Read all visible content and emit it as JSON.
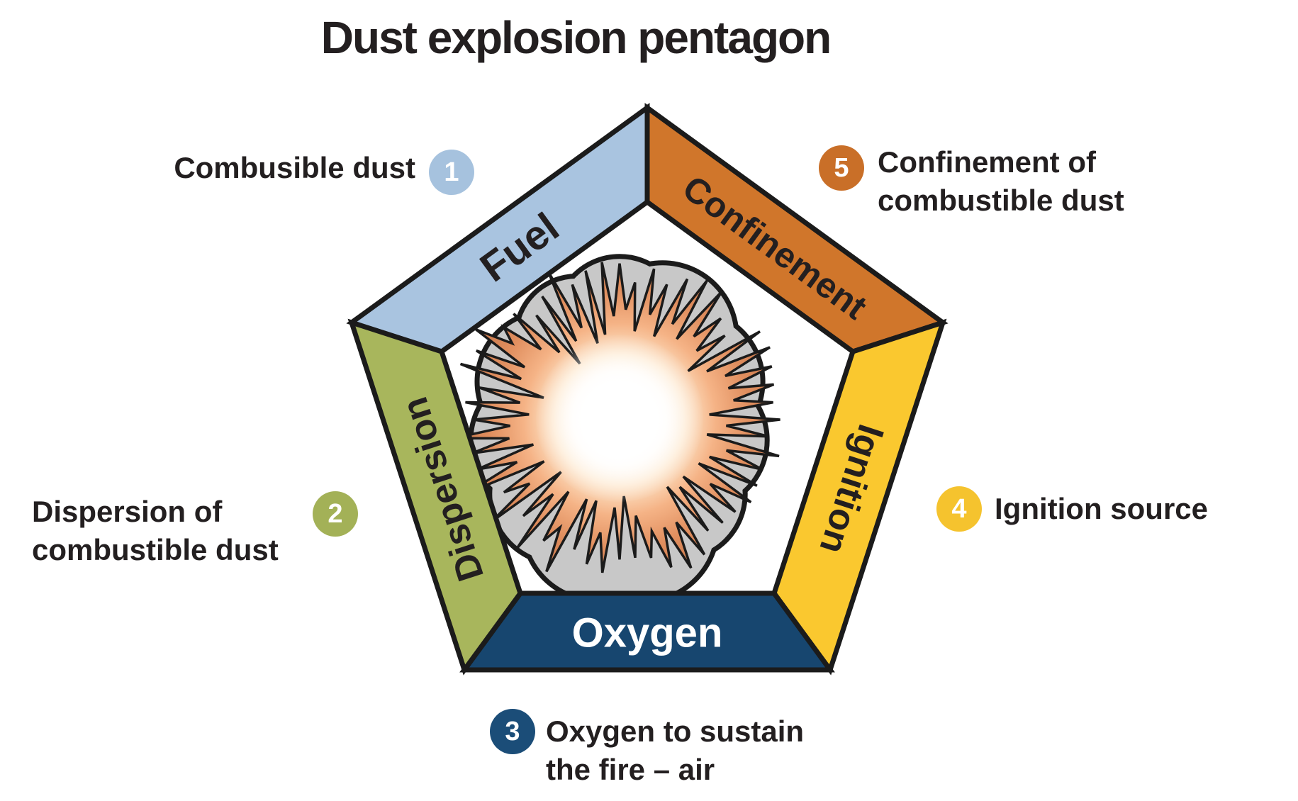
{
  "title": "Dust explosion pentagon",
  "background": "#ffffff",
  "text_color": "#231f20",
  "outline_color": "#1b1b1b",
  "pentagon": {
    "sides": [
      {
        "id": "fuel",
        "label": "Fuel",
        "color": "#a9c4e0",
        "text_color": "#231f20"
      },
      {
        "id": "confinement",
        "label": "Confinement",
        "color": "#d0762b",
        "text_color": "#231f20"
      },
      {
        "id": "ignition",
        "label": "Ignition",
        "color": "#fac82f",
        "text_color": "#231f20"
      },
      {
        "id": "oxygen",
        "label": "Oxygen",
        "color": "#17466f",
        "text_color": "#ffffff"
      },
      {
        "id": "dispersion",
        "label": "Dispersion",
        "color": "#a8b65c",
        "text_color": "#231f20"
      }
    ]
  },
  "annotations": [
    {
      "number": "1",
      "color": "#a6c2de",
      "text_lines": [
        "Combusible dust"
      ]
    },
    {
      "number": "2",
      "color": "#a3b157",
      "text_lines": [
        "Dispersion of",
        "combustible dust"
      ]
    },
    {
      "number": "3",
      "color": "#1b4d78",
      "text_lines": [
        "Oxygen to sustain",
        "the fire – air"
      ]
    },
    {
      "number": "4",
      "color": "#f5c32e",
      "text_lines": [
        "Ignition source"
      ]
    },
    {
      "number": "5",
      "color": "#c96f28",
      "text_lines": [
        "Confinement of",
        "combustible dust"
      ]
    }
  ],
  "explosion": {
    "cloud_color": "#c8c8c8",
    "outline_color": "#1b1b1b",
    "burst_core": "#ffffff",
    "burst_light": "#fde6ca",
    "burst_mid": "#f5b386",
    "burst_deep": "#e08e5e",
    "burst_edge": "#c47448"
  }
}
